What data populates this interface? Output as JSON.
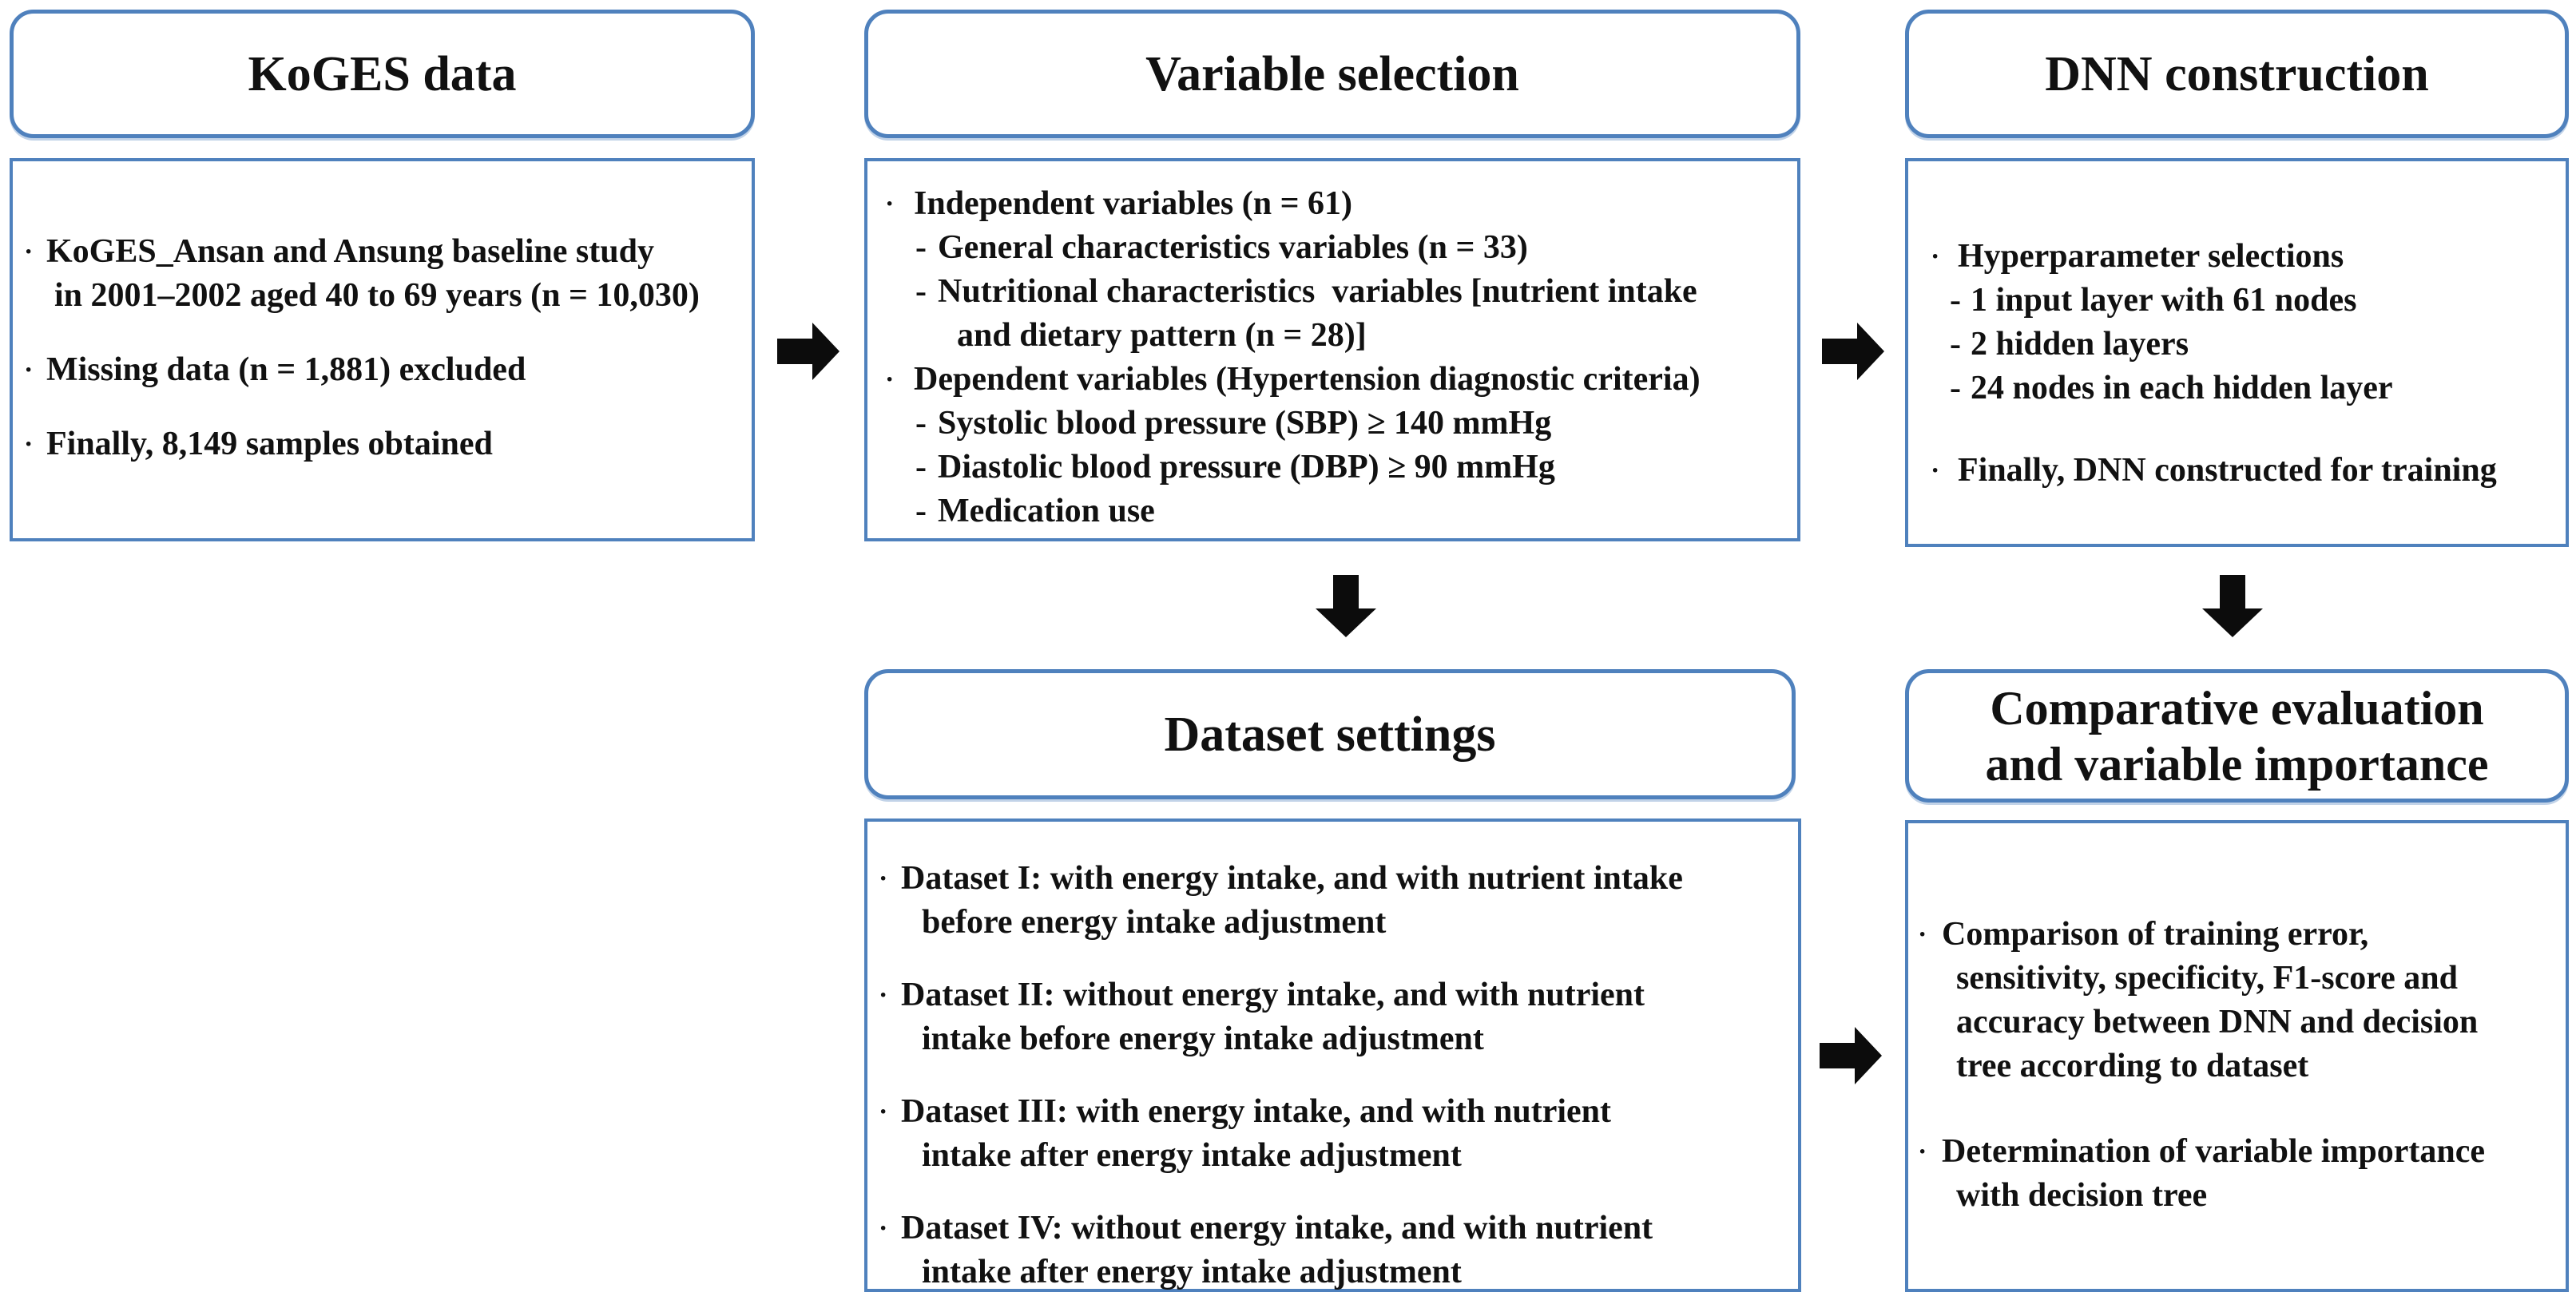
{
  "colors": {
    "box_border": "#4f81bd",
    "arrow_fill": "#0c0c0c",
    "text": "#111111",
    "background": "#ffffff"
  },
  "koges": {
    "title": "KoGES data",
    "items": [
      {
        "b": "·",
        "lines": [
          "KoGES_Ansan and Ansung baseline study",
          "in 2001–2002 aged 40 to 69 years (n = 10,030)"
        ]
      },
      {
        "b": "·",
        "lines": [
          "Missing data (n = 1,881) excluded"
        ]
      },
      {
        "b": "·",
        "lines": [
          "Finally, 8,149 samples obtained"
        ]
      }
    ]
  },
  "variable_selection": {
    "title": "Variable selection",
    "items": [
      {
        "b": "·",
        "lines": [
          "Independent variables (n = 61)"
        ]
      },
      {
        "b": "-",
        "sub": true,
        "lines": [
          "General characteristics variables (n = 33)"
        ]
      },
      {
        "b": "-",
        "sub": true,
        "lines": [
          "Nutritional characteristics  variables [nutrient intake",
          "and dietary pattern (n = 28)]"
        ]
      },
      {
        "b": "·",
        "lines": [
          "Dependent variables (Hypertension diagnostic criteria)"
        ]
      },
      {
        "b": "-",
        "sub": true,
        "lines": [
          "Systolic blood pressure (SBP) ≥ 140 mmHg"
        ]
      },
      {
        "b": "-",
        "sub": true,
        "lines": [
          "Diastolic blood pressure (DBP) ≥ 90 mmHg"
        ]
      },
      {
        "b": "-",
        "sub": true,
        "lines": [
          "Medication use"
        ]
      }
    ]
  },
  "dnn_construction": {
    "title": "DNN construction",
    "items": [
      {
        "b": "·",
        "lines": [
          "Hyperparameter selections"
        ]
      },
      {
        "b": "-",
        "sub": true,
        "lines": [
          "1 input layer with 61 nodes"
        ]
      },
      {
        "b": "-",
        "sub": true,
        "lines": [
          "2 hidden layers"
        ]
      },
      {
        "b": "-",
        "sub": true,
        "lines": [
          "24 nodes in each hidden layer"
        ]
      },
      {
        "b": "·",
        "gap": true,
        "lines": [
          "Finally, DNN constructed for training"
        ]
      }
    ]
  },
  "dataset_settings": {
    "title": "Dataset settings",
    "items": [
      {
        "b": "·",
        "lines": [
          "Dataset I: with energy intake, and with nutrient intake",
          "before energy intake adjustment"
        ]
      },
      {
        "b": "·",
        "lines": [
          "Dataset II: without energy intake, and with nutrient",
          "intake before energy intake adjustment"
        ]
      },
      {
        "b": "·",
        "lines": [
          "Dataset III: with energy intake, and with nutrient",
          "intake after energy intake adjustment"
        ]
      },
      {
        "b": "·",
        "lines": [
          "Dataset IV: without energy intake, and with nutrient",
          "intake after energy intake adjustment"
        ]
      }
    ]
  },
  "comparative": {
    "title_line1": "Comparative evaluation",
    "title_line2": "and variable importance",
    "items": [
      {
        "b": "·",
        "lines": [
          "Comparison of training error,",
          "sensitivity, specificity, F1-score and",
          "accuracy between DNN and decision",
          "tree according to dataset"
        ]
      },
      {
        "b": "·",
        "gap": true,
        "lines": [
          "Determination of variable importance",
          "with decision tree"
        ]
      }
    ]
  }
}
